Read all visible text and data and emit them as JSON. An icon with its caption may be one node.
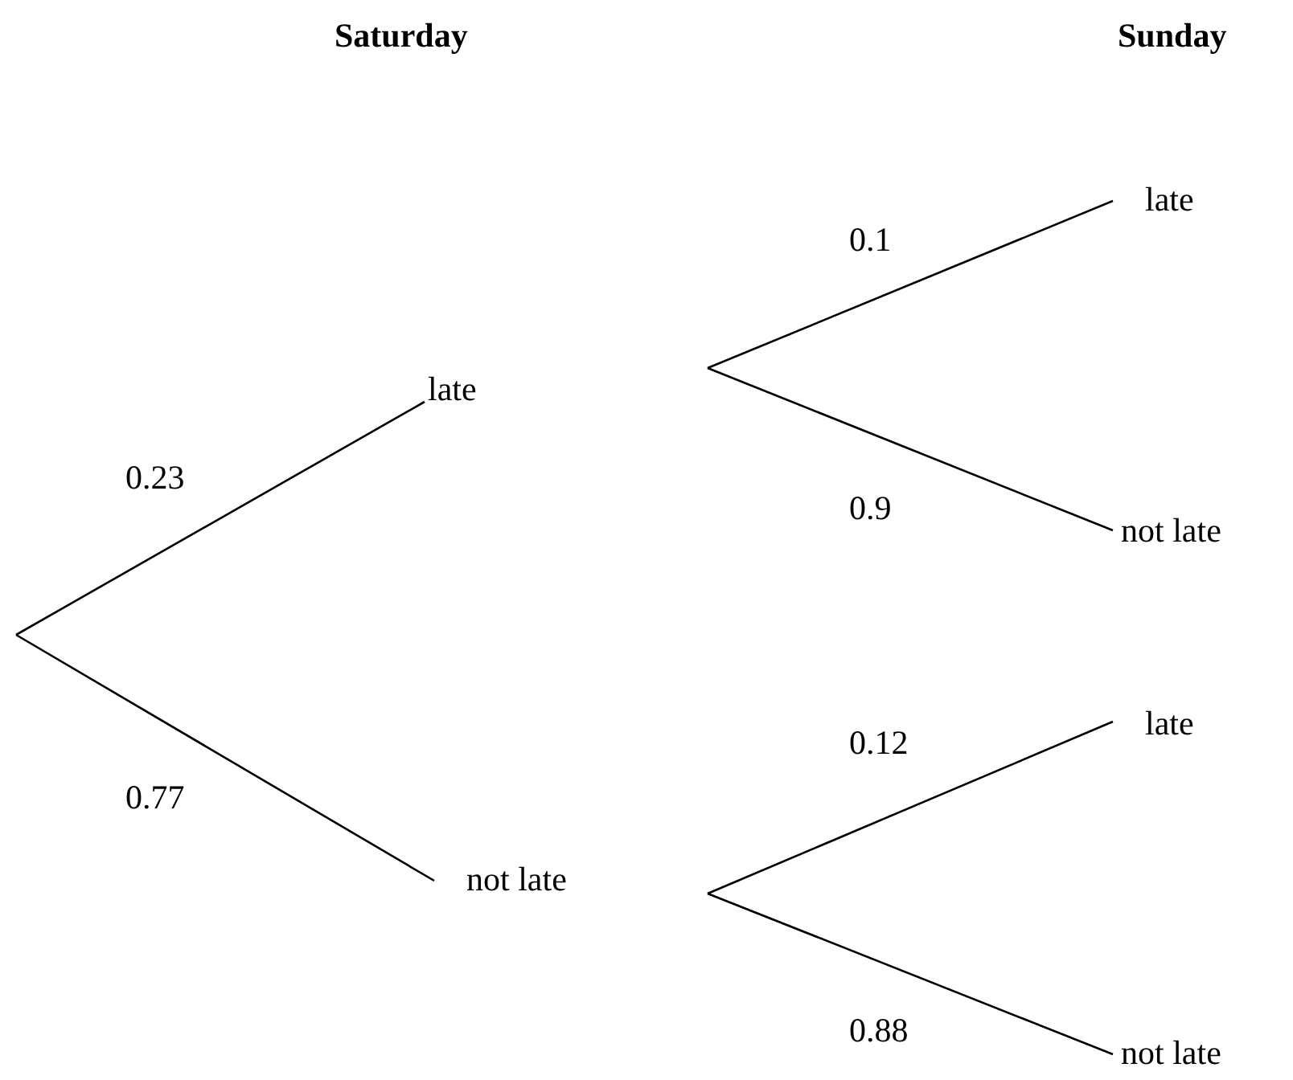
{
  "diagram": {
    "nodes": [
      {
        "text": [
          "late"
        ]
      },
      {
        "text": [
          "not late"
        ]
      },
      {
        "text": [
          "late"
        ]
      },
      {
        "text": [
          "not late"
        ]
      },
      {
        "text": [
          "late"
        ]
      },
      {
        "text": [
          "not late"
        ]
      }
    ],
    "edges": [
      {
        "from": null,
        "to": 0,
        "arrow": "none",
        "label": "0.23"
      },
      {
        "from": null,
        "to": 1,
        "arrow": "none",
        "label": "0.77"
      },
      {
        "from": null,
        "to": 2,
        "arrow": "none",
        "label": "0.1"
      },
      {
        "from": null,
        "to": 3,
        "arrow": "none",
        "label": "0.9"
      },
      {
        "from": null,
        "to": 4,
        "arrow": "none",
        "label": "0.12"
      },
      {
        "from": null,
        "to": 5,
        "arrow": "none",
        "label": "0.88"
      }
    ],
    "labels": [
      "Saturday",
      "Sunday"
    ]
  }
}
